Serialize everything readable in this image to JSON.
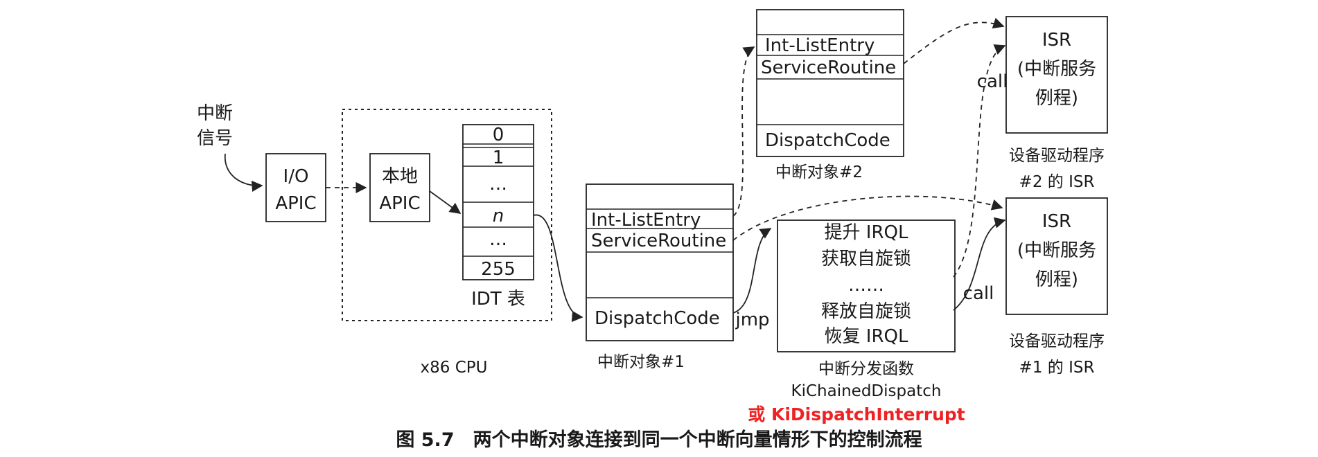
{
  "signal": {
    "line1": "中断",
    "line2": "信号"
  },
  "io_apic": {
    "line1": "I/O",
    "line2": "APIC"
  },
  "local_apic": {
    "line1": "本地",
    "line2": "APIC"
  },
  "idt": {
    "rows": [
      "0",
      "1",
      "…",
      "n",
      "…",
      "255"
    ],
    "caption": "IDT 表"
  },
  "cpu_caption": "x86 CPU",
  "obj1": {
    "fields": [
      "Int-ListEntry",
      "ServiceRoutine",
      "DispatchCode"
    ],
    "caption": "中断对象#1"
  },
  "obj2": {
    "fields": [
      "Int-ListEntry",
      "ServiceRoutine",
      "DispatchCode"
    ],
    "caption": "中断对象#2"
  },
  "jmp_label": "jmp",
  "dispatcher": {
    "lines": [
      "提升 IRQL",
      "获取自旋锁",
      "……",
      "释放自旋锁",
      "恢复 IRQL"
    ],
    "caption1": "中断分发函数",
    "caption2": "KiChainedDispatch",
    "caption3": "或 KiDispatchInterrupt"
  },
  "isr2": {
    "lines": [
      "ISR",
      "(中断服务",
      "例程)"
    ],
    "caption1": "设备驱动程序",
    "caption2": "#2 的 ISR"
  },
  "isr1": {
    "lines": [
      "ISR",
      "(中断服务",
      "例程)"
    ],
    "caption1": "设备驱动程序",
    "caption2": "#1 的 ISR"
  },
  "call_label": "call",
  "figure_title": "图 5.7　两个中断对象连接到同一个中断向量情形下的控制流程",
  "colors": {
    "annotation": "#ee2222"
  }
}
